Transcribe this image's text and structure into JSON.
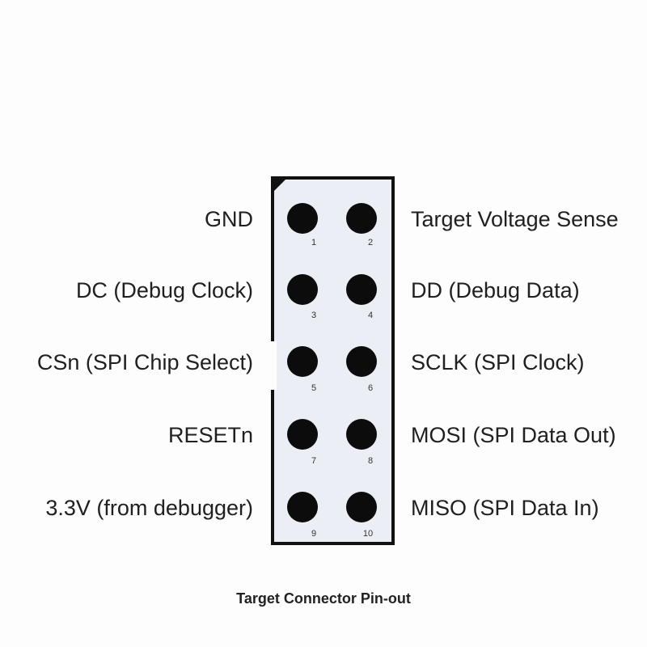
{
  "pins": [
    {
      "number": "1",
      "label": "GND"
    },
    {
      "number": "2",
      "label": "Target Voltage Sense"
    },
    {
      "number": "3",
      "label": "DC (Debug Clock)"
    },
    {
      "number": "4",
      "label": "DD (Debug Data)"
    },
    {
      "number": "5",
      "label": "CSn (SPI Chip Select)"
    },
    {
      "number": "6",
      "label": "SCLK (SPI Clock)"
    },
    {
      "number": "7",
      "label": "RESETn"
    },
    {
      "number": "8",
      "label": "MOSI (SPI Data Out)"
    },
    {
      "number": "9",
      "label": "3.3V (from debugger)"
    },
    {
      "number": "10",
      "label": "MISO (SPI Data In)"
    }
  ],
  "caption": "Target Connector Pin-out"
}
